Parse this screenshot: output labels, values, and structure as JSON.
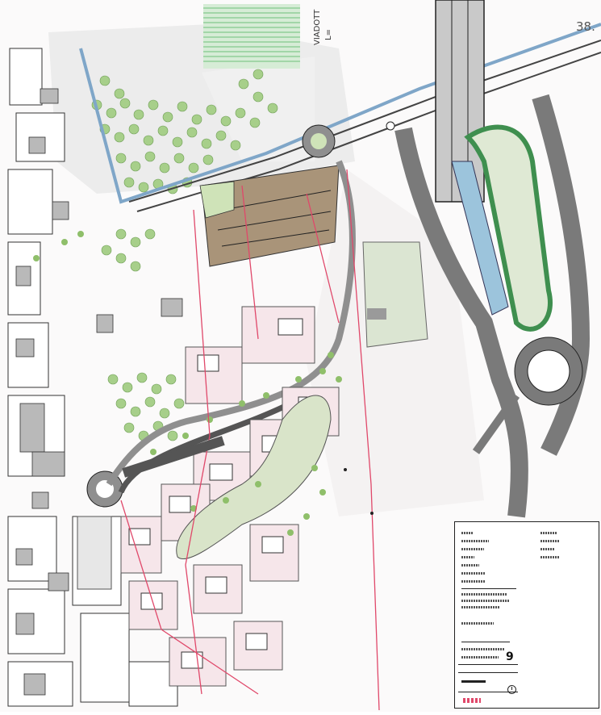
{
  "map": {
    "corner_label": "38.",
    "viaduct_label": "VIADOTT",
    "viaduct_label_2": "L="
  },
  "legend": {
    "sheet_number": "9"
  },
  "colors": {
    "background": "#ffffff",
    "field": "#f3f1f0",
    "building_block": "#b9b9b9",
    "road_grey": "#8f8f8f",
    "parking_brown": "#a99479",
    "green_area": "#d9e4c9",
    "tree_green": "#8fbf6a",
    "water_blue": "#9cc4dc",
    "boundary_red": "#e0486a",
    "road_dark": "#555555"
  },
  "icons": [
    "compass-north-icon",
    "scale-bar-icon"
  ]
}
